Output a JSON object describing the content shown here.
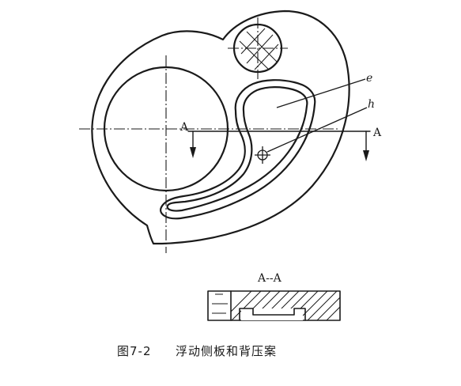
{
  "labels": {
    "e": "e",
    "h": "h",
    "section_left": "A",
    "section_right": "A",
    "section_title": "A--A"
  },
  "caption": {
    "number": "图7-2",
    "title": "浮动侧板和背压案"
  }
}
